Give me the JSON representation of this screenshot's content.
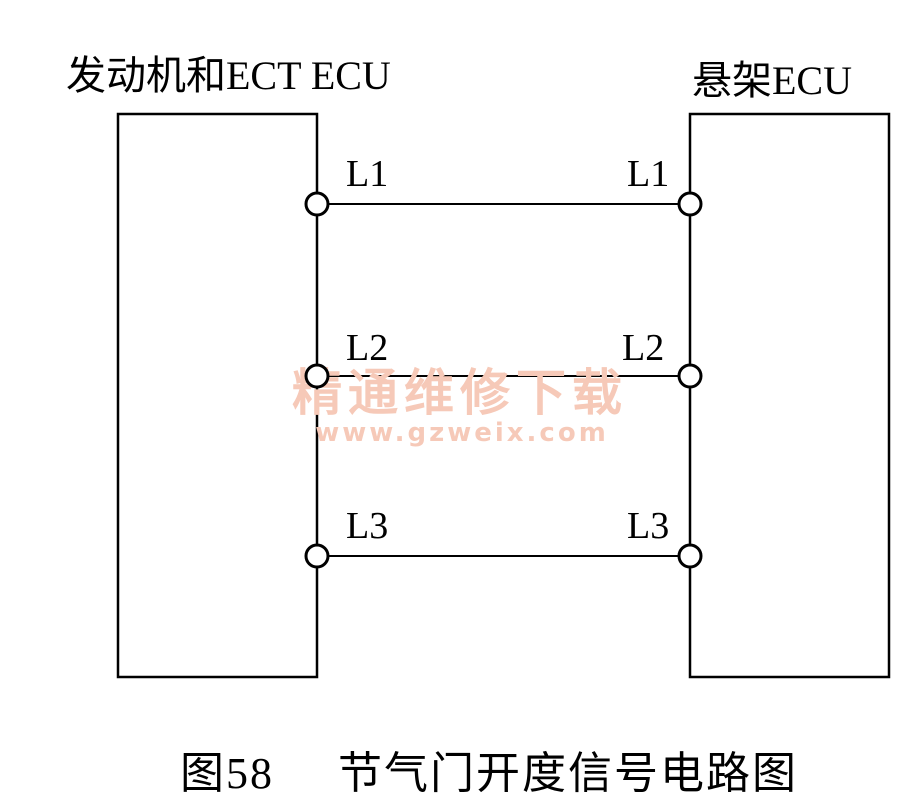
{
  "left_block": {
    "label": "发动机和ECT ECU"
  },
  "right_block": {
    "label": "悬架ECU"
  },
  "signals": [
    {
      "left_pin": "L1",
      "right_pin": "L1"
    },
    {
      "left_pin": "L2",
      "right_pin": "L2"
    },
    {
      "left_pin": "L3",
      "right_pin": "L3"
    }
  ],
  "watermark": {
    "text": "精通维修下载",
    "url": "www.gzweix.com"
  },
  "caption": {
    "figure_number": "图58",
    "title": "节气门开度信号电路图"
  },
  "colors": {
    "line": "#000000",
    "watermark": "#f6c9b8"
  }
}
